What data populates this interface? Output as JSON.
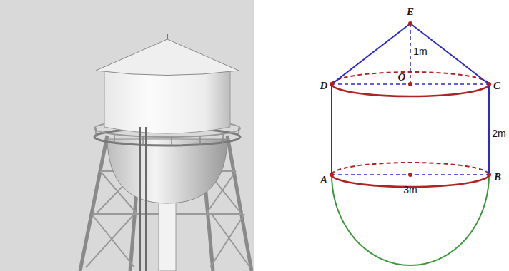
{
  "diagram": {
    "labels": [
      "E",
      "1m",
      "O",
      "D",
      "C",
      "2m",
      "A",
      "B",
      "3m"
    ]
  }
}
